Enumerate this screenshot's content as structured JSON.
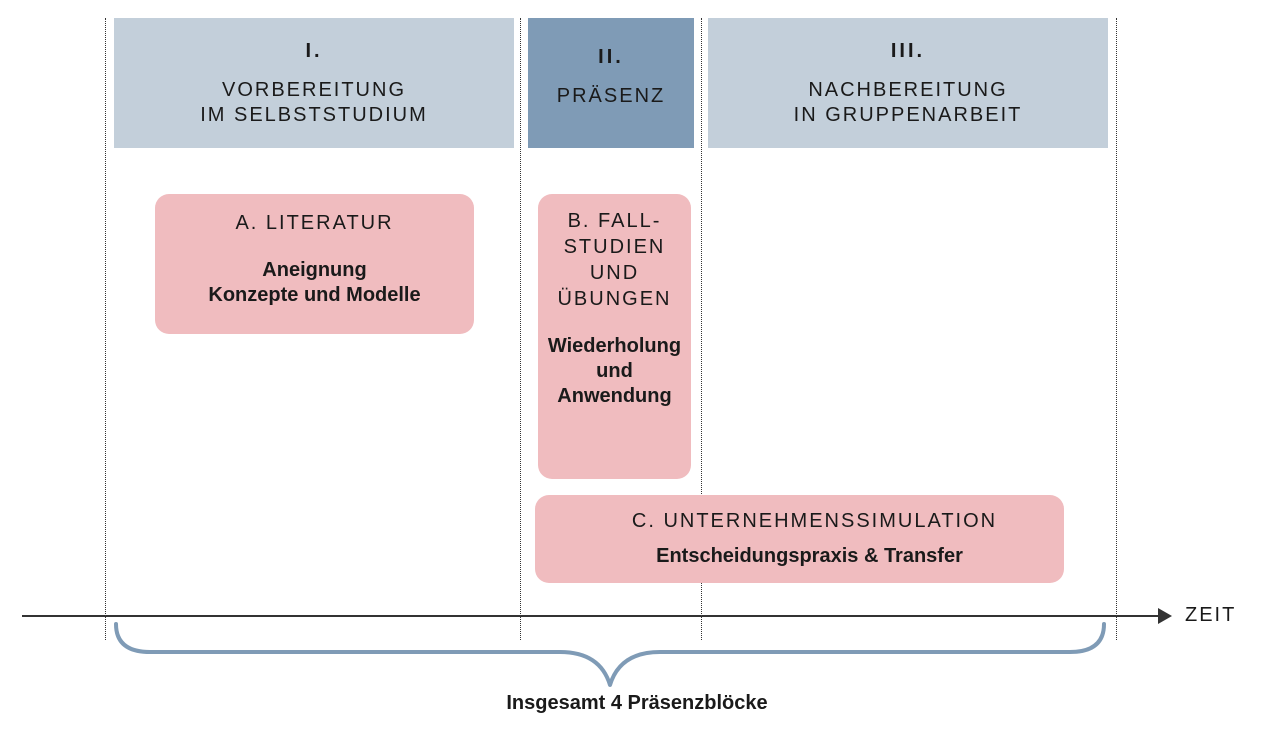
{
  "phases": [
    {
      "number": "I.",
      "line1": "VORBEREITUNG",
      "line2": "IM SELBSTSTUDIUM"
    },
    {
      "number": "II.",
      "line1": "PRÄSENZ"
    },
    {
      "number": "III.",
      "line1": "NACHBEREITUNG",
      "line2": "IN GRUPPENARBEIT"
    }
  ],
  "cards": {
    "literatur": {
      "head": "A. LITERATUR",
      "body1": "Aneignung",
      "body2": "Konzepte und Modelle"
    },
    "fallstudien": {
      "head1": "B. FALL-",
      "head2": "STUDIEN",
      "head3": "UND",
      "head4": "ÜBUNGEN",
      "body1": "Wiederholung",
      "body2": "und",
      "body3": "Anwendung"
    },
    "simulation": {
      "head": "C. UNTERNEHMENSSIMULATION",
      "body": "Entscheidungspraxis & Transfer"
    }
  },
  "axis": {
    "label": "ZEIT"
  },
  "summary": "Insgesamt 4 Präsenzblöcke",
  "colors": {
    "phase_light": "#c3cfda",
    "phase_dark": "#7f9bb6",
    "card": "#f0bcbf",
    "brace": "#7f9bb6"
  }
}
